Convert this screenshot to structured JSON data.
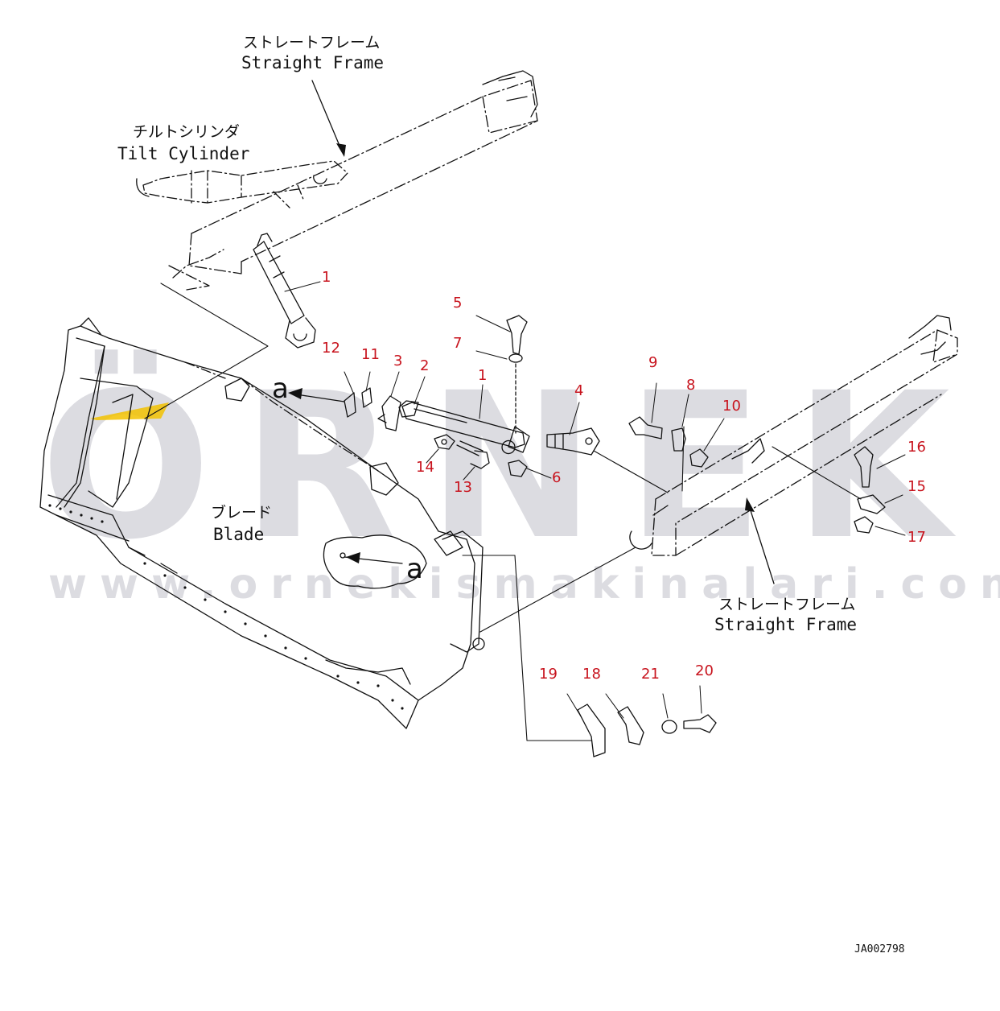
{
  "watermark": {
    "logo": "ÖRNEK",
    "url": "www.ornekismakinalari.com.tr",
    "accent_color": "#f2c200",
    "gray_color": "#dcdce1"
  },
  "labels": {
    "straight_frame_top_jp": "ストレートフレーム",
    "straight_frame_top_en": "Straight Frame",
    "tilt_cylinder_jp": "チルトシリンダ",
    "tilt_cylinder_en": "Tilt Cylinder",
    "blade_jp": "ブレード",
    "blade_en": "Blade",
    "straight_frame_right_jp": "ストレートフレーム",
    "straight_frame_right_en": "Straight Frame",
    "view_marker": "a",
    "document_id": "JA002798"
  },
  "callouts": {
    "c1_top": "1",
    "c5": "5",
    "c7": "7",
    "c12": "12",
    "c11": "11",
    "c3": "3",
    "c2": "2",
    "c1": "1",
    "c4": "4",
    "c9": "9",
    "c8": "8",
    "c10": "10",
    "c14": "14",
    "c13": "13",
    "c6": "6",
    "c16": "16",
    "c15": "15",
    "c17": "17",
    "c19": "19",
    "c18": "18",
    "c21": "21",
    "c20": "20"
  },
  "colors": {
    "callout": "#c8141e",
    "line": "#111111"
  }
}
